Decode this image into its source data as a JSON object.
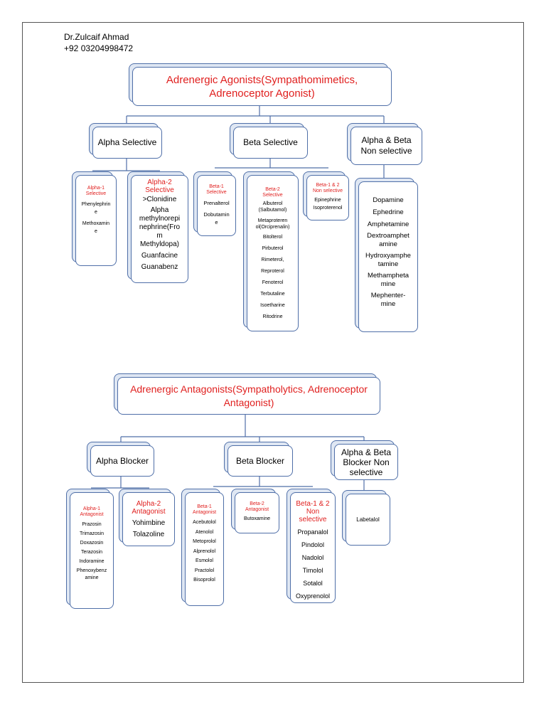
{
  "author": {
    "name": "Dr.Zulcaif Ahmad",
    "phone": "+92 03204998472"
  },
  "agonists": {
    "title_line1": "Adrenergic Agonists(Sympathomimetics,",
    "title_line2": "Adrenoceptor  Agonist)",
    "alpha_selective": {
      "label": "Alpha Selective",
      "alpha1": {
        "title_line1": "Alpha-1",
        "title_line2": "Selective",
        "items": [
          "Phenylephrin",
          "e",
          "Methoxamin",
          "e"
        ]
      },
      "alpha2": {
        "title_line1": "Alpha-2",
        "title_line2": "Selective",
        "items": [
          ">Clonidine",
          "Alpha",
          "methylnorepi",
          "nephrine(Fro",
          "m",
          "Methyldopa)",
          "Guanfacine",
          "Guanabenz"
        ]
      }
    },
    "beta_selective": {
      "label": "Beta  Selective",
      "beta1": {
        "title_line1": "Beta-1",
        "title_line2": "Selective",
        "items": [
          "Prenalterol",
          "Dobutamin",
          "e"
        ]
      },
      "beta2": {
        "title_line1": "Beta-2",
        "title_line2": "Selective",
        "items": [
          "Albuterol",
          "(Salbutamol)",
          "Metaproteren",
          "ol(Orciprenalin)",
          "Bitolterol",
          "Pirbuterol",
          "Rimeterol,",
          "Reproterol",
          "Fenoterol",
          "Terbutaline",
          "Isoetharine",
          "Ritodrine"
        ]
      },
      "beta12": {
        "title_line1": "Beta-1 & 2",
        "title_line2": "Non selective",
        "items": [
          "Epinephrine",
          "Isoproterenol"
        ]
      }
    },
    "alpha_beta": {
      "label_line1": "Alpha & Beta",
      "label_line2": "Non selective",
      "items": [
        "Dopamine",
        "Ephedrine",
        "Amphetamine",
        "Dextroamphet",
        "amine",
        "Hydroxyamphe",
        "tamine",
        "Methampheta",
        "mine",
        "Mephenter-",
        "mine"
      ]
    }
  },
  "antagonists": {
    "title_line1": "Adrenergic Antagonists(Sympatholytics, Adrenoceptor",
    "title_line2": "Antagonist)",
    "alpha_blocker": {
      "label": "Alpha Blocker",
      "alpha1": {
        "title_line1": "Alpha-1",
        "title_line2": "Antagonist",
        "items": [
          "Prazosin",
          "Trimazosin",
          "Doxazosin",
          "Terazosin",
          "Indoramine",
          "Phenoxybenz",
          "amine"
        ]
      },
      "alpha2": {
        "title_line1": "Alpha-2",
        "title_line2": "Antagonist",
        "items": [
          "Yohimbine",
          "Tolazoline"
        ]
      }
    },
    "beta_blocker": {
      "label": "Beta  Blocker",
      "beta1": {
        "title_line1": "Beta-1",
        "title_line2": "Antagonist",
        "items": [
          "Acebutolol",
          "Atenolol",
          "Metoprolol",
          "Alprenolol",
          "Esmolol",
          "Practolol",
          "Bisoprolol"
        ]
      },
      "beta2": {
        "title_line1": "Beta-2",
        "title_line2": "Antagonist",
        "items": [
          "Butoxamine"
        ]
      },
      "beta12": {
        "title_line1": "Beta-1 & 2",
        "title_line2": "Non",
        "title_line3": "selective",
        "items": [
          "Propanalol",
          "Pindolol",
          "Nadolol",
          "Timolol",
          "Sotalol",
          "Oxyprenolol"
        ]
      }
    },
    "alpha_beta": {
      "label_line1": "Alpha & Beta",
      "label_line2": "Blocker Non",
      "label_line3": "selective",
      "items": [
        "Labetalol"
      ]
    }
  }
}
